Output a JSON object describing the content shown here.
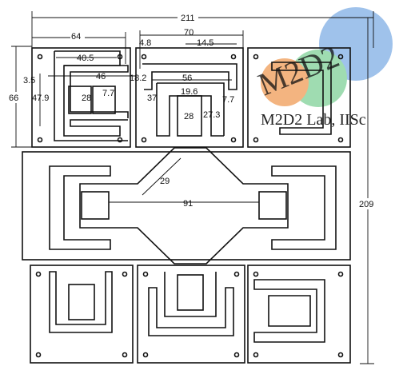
{
  "dimensions": {
    "d211": "211",
    "d64": "64",
    "d70": "70",
    "d4_8": "4.8",
    "d14_5": "14.5",
    "d40_5": "40.5",
    "d46": "46",
    "d18_2": "18.2",
    "d3_5": "3.5",
    "d66": "66",
    "d47_9": "47.9",
    "d28a": "28",
    "d7_7a": "7.7",
    "d56": "56",
    "d37": "37",
    "d19_6": "19.6",
    "d7_7b": "7.7",
    "d28b": "28",
    "d27_3": "27.3",
    "d29": "29",
    "d91": "91",
    "d209": "209"
  },
  "watermark": {
    "logo_text": "M2D2",
    "lab_text": "M2D2 Lab, IISc",
    "colors": {
      "blue": "#8fb8e8",
      "green": "#8fd6a4",
      "orange": "#f2a86a",
      "purple": "#b07ad8"
    }
  }
}
